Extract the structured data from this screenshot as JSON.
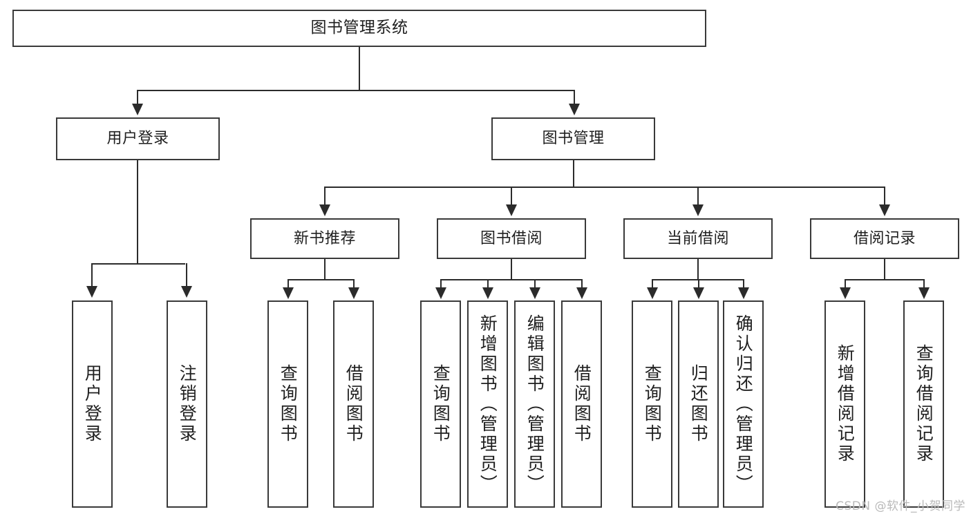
{
  "diagram": {
    "type": "tree",
    "title": "图书管理系统",
    "watermark": "CSDN @软件_小贺同学",
    "colors": {
      "background": "#ffffff",
      "box_border": "#393939",
      "connector": "#2b2b2b",
      "text": "#1f1f1f",
      "watermark": "#b9b9b9"
    },
    "root": {
      "label": "图书管理系统"
    },
    "level2": [
      {
        "label": "用户登录"
      },
      {
        "label": "图书管理"
      }
    ],
    "level3": [
      {
        "label": "新书推荐"
      },
      {
        "label": "图书借阅"
      },
      {
        "label": "当前借阅"
      },
      {
        "label": "借阅记录"
      }
    ],
    "leaves": {
      "user_login": [
        {
          "label": "用户登录"
        },
        {
          "label": "注销登录"
        }
      ],
      "new_book_recommend": [
        {
          "label": "查询图书"
        },
        {
          "label": "借阅图书"
        }
      ],
      "book_borrow": [
        {
          "label": "查询图书"
        },
        {
          "label": "新增图书（管理员）"
        },
        {
          "label": "编辑图书（管理员）"
        },
        {
          "label": "借阅图书"
        }
      ],
      "current_borrow": [
        {
          "label": "查询图书"
        },
        {
          "label": "归还图书"
        },
        {
          "label": "确认归还（管理员）"
        }
      ],
      "borrow_record": [
        {
          "label": "新增借阅记录"
        },
        {
          "label": "查询借阅记录"
        }
      ]
    }
  }
}
